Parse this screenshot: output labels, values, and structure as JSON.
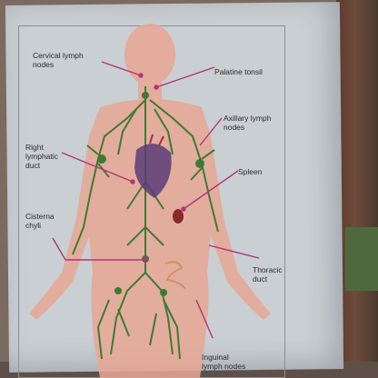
{
  "labels": {
    "cervical_lymph_nodes": "Cervical lymph\nnodes",
    "palatine_tonsil": "Palatine tonsil",
    "axillary_lymph_nodes": "Axillary lymph\nnodes",
    "right_lymphatic_duct": "Right\nlymphatic\nduct",
    "spleen": "Spleen",
    "cisterna_chyli": "Cisterna\nchyli",
    "thoracic_duct": "Thoracic\nduct",
    "inguinal_lymph_nodes": "Inguinal\nlymph nodes"
  },
  "colors": {
    "body": "#e8a793",
    "vessels": "#3f7a35",
    "pointers": "#b0357a",
    "heart": "#5a3c78",
    "spleen": "#8a2a2a",
    "paper": "#c9cfd3"
  }
}
